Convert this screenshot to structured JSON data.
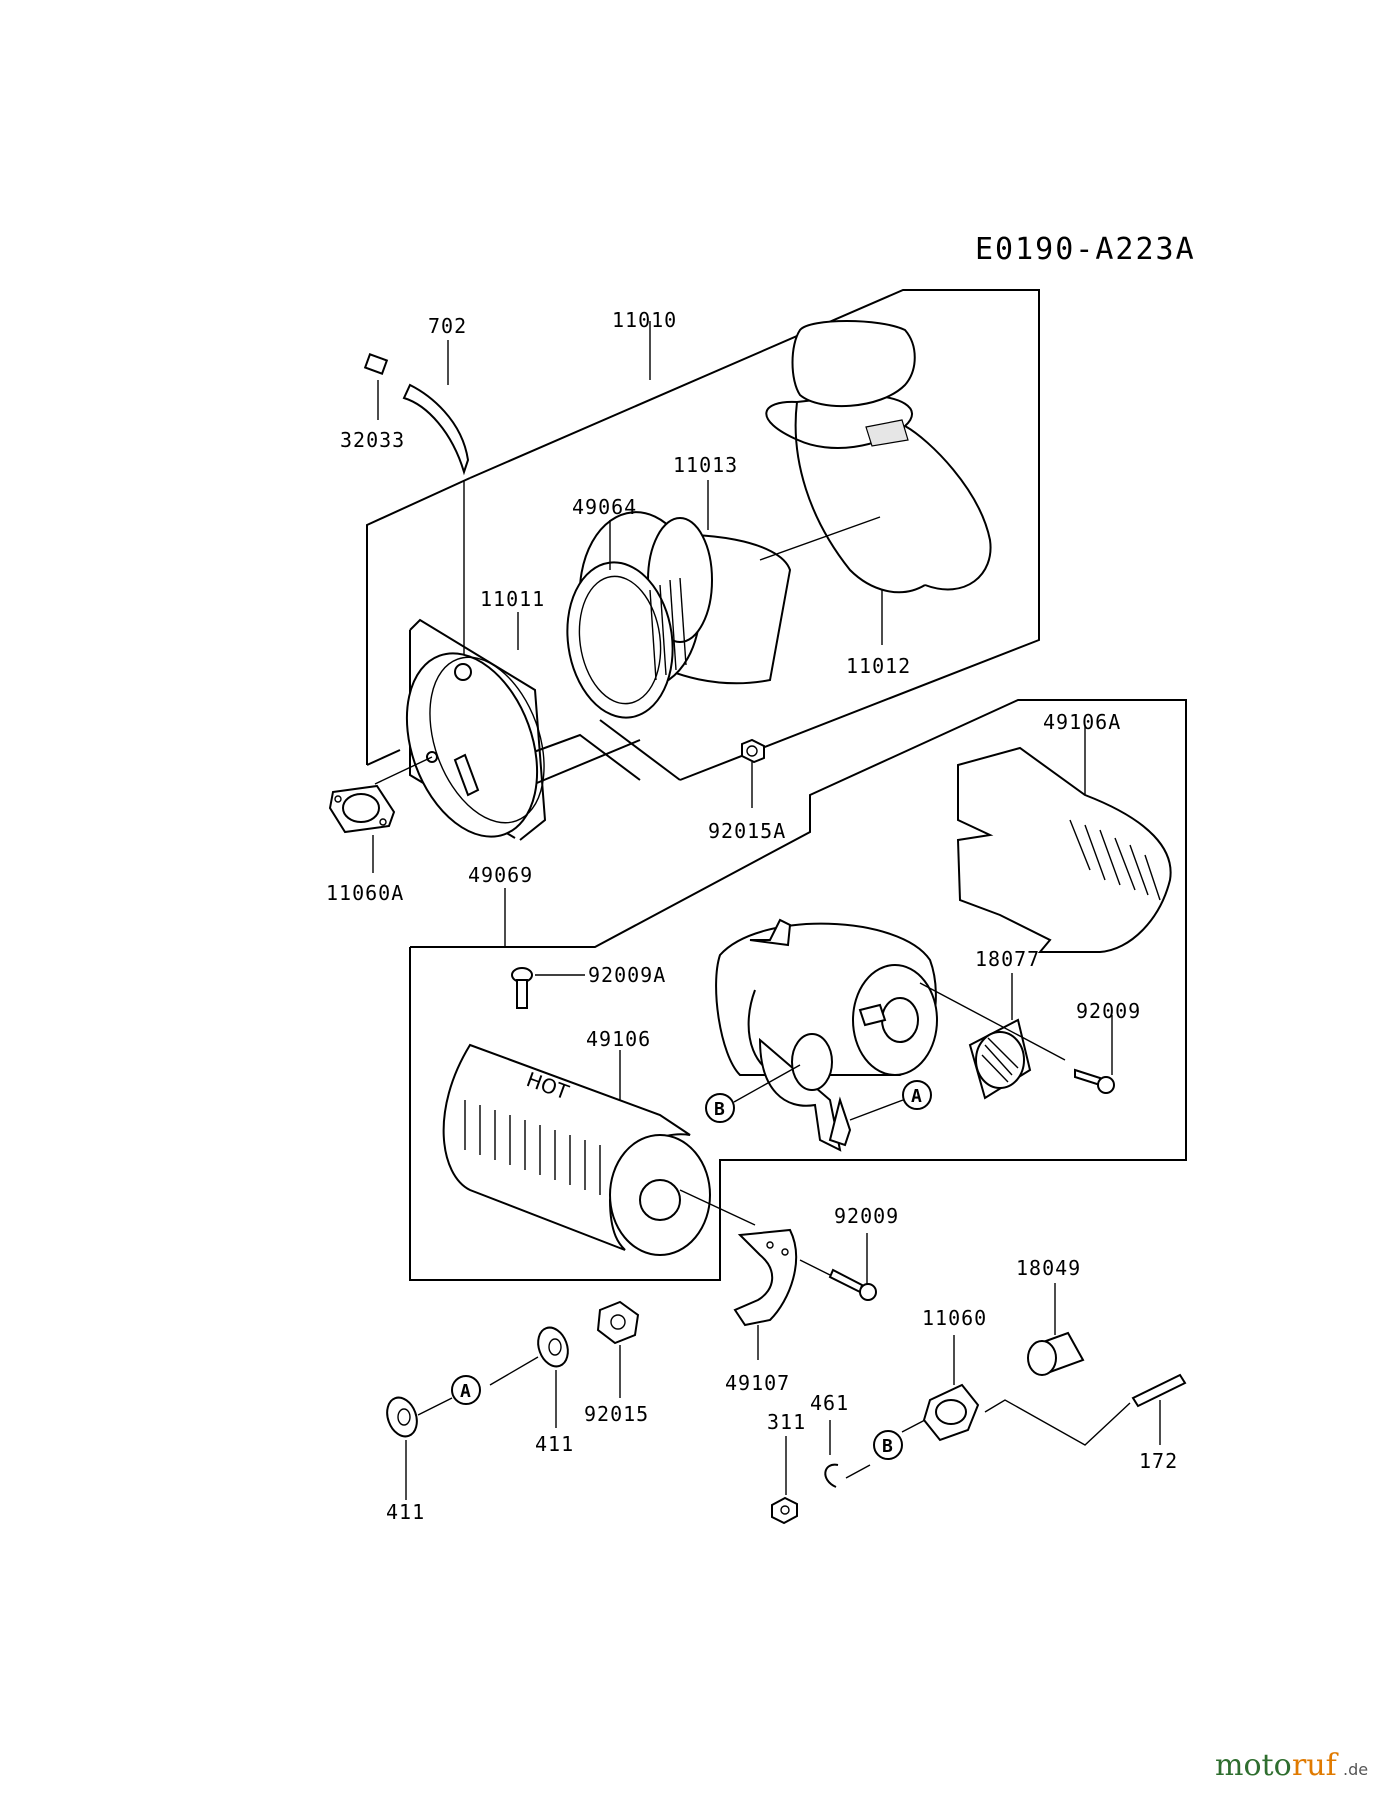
{
  "diagram_code": "E0190-A223A",
  "part_labels": {
    "p702": "702",
    "p11010": "11010",
    "p32033": "32033",
    "p11013": "11013",
    "p49064": "49064",
    "p11011": "11011",
    "p11012": "11012",
    "p49106A": "49106A",
    "p11060A": "11060A",
    "p92015A": "92015A",
    "p49069": "49069",
    "p18077": "18077",
    "p92009A": "92009A",
    "p92009_top": "92009",
    "p49106": "49106",
    "p92009_bot": "92009",
    "p18049": "18049",
    "p11060": "11060",
    "p49107": "49107",
    "p461": "461",
    "p311": "311",
    "p411_a": "411",
    "p411_b": "411",
    "p92015": "92015",
    "p172": "172"
  },
  "callouts": {
    "a1": "A",
    "a2": "A",
    "b1": "B",
    "b2": "B"
  },
  "embossed_text": "HOT",
  "watermark": {
    "part1": "moto",
    "part2": "ruf",
    "part3": ".de"
  }
}
